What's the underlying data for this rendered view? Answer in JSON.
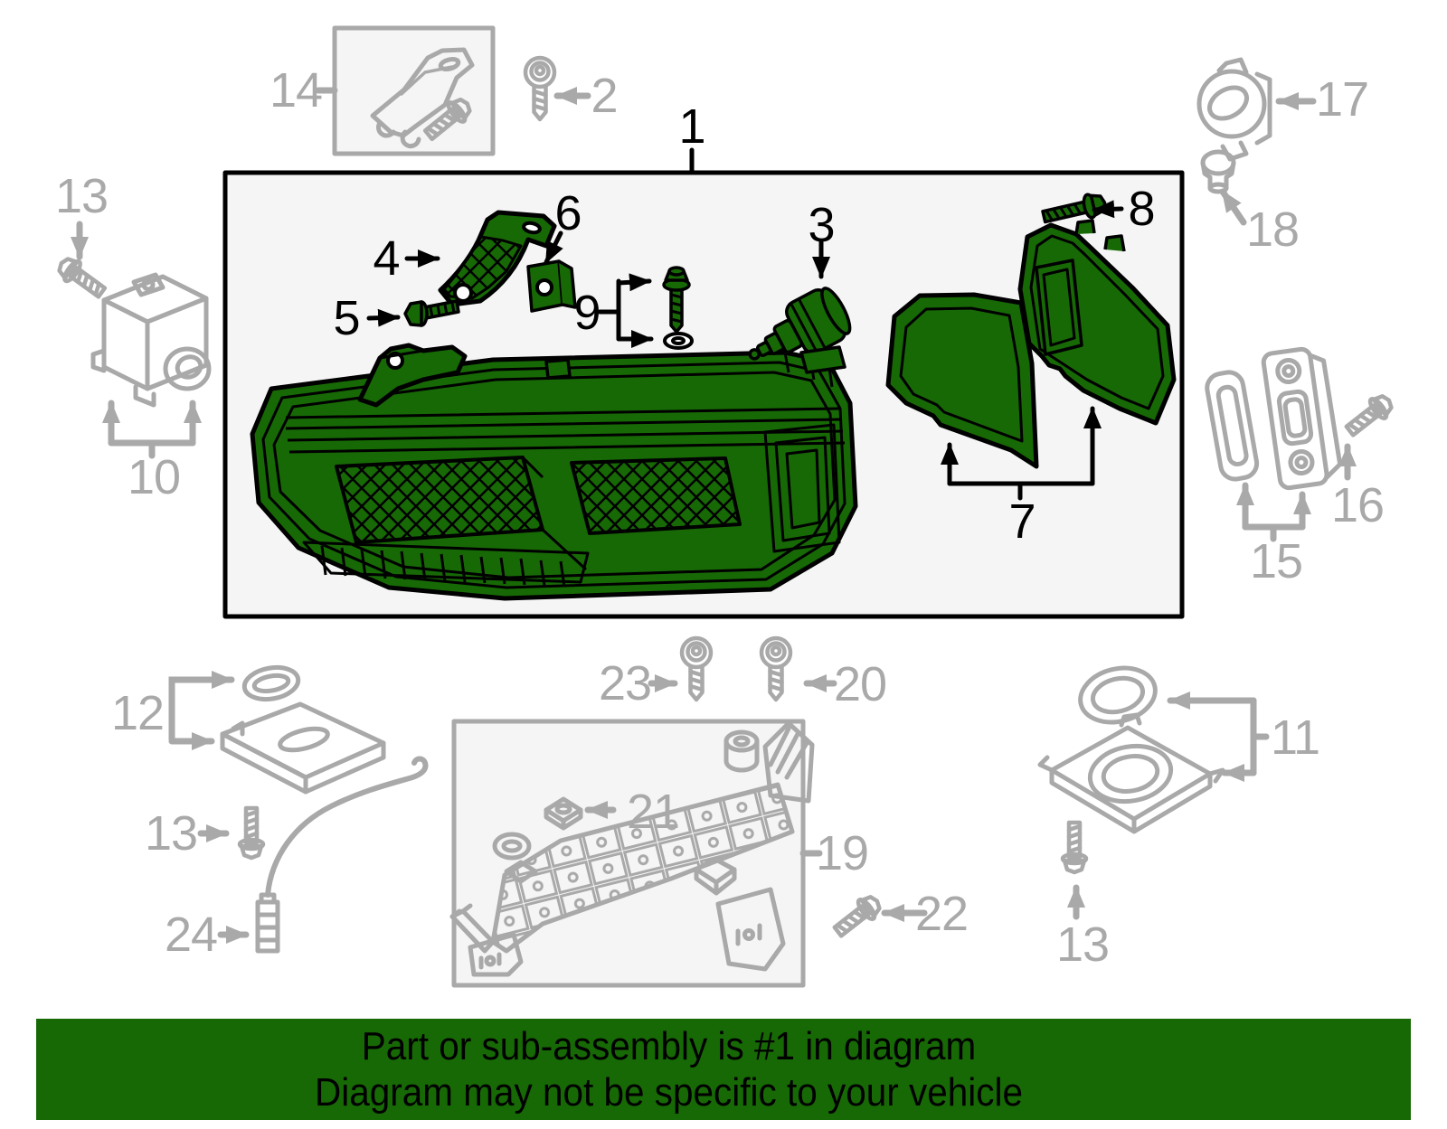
{
  "callouts": [
    {
      "num": "1",
      "highlighted": true
    },
    {
      "num": "2",
      "highlighted": false
    },
    {
      "num": "3",
      "highlighted": true
    },
    {
      "num": "4",
      "highlighted": true
    },
    {
      "num": "5",
      "highlighted": true
    },
    {
      "num": "6",
      "highlighted": true
    },
    {
      "num": "7",
      "highlighted": true
    },
    {
      "num": "8",
      "highlighted": true
    },
    {
      "num": "9",
      "highlighted": true
    },
    {
      "num": "10",
      "highlighted": false
    },
    {
      "num": "11",
      "highlighted": false
    },
    {
      "num": "12",
      "highlighted": false
    },
    {
      "num": "13",
      "highlighted": false
    },
    {
      "num": "13",
      "highlighted": false
    },
    {
      "num": "13",
      "highlighted": false
    },
    {
      "num": "14",
      "highlighted": false
    },
    {
      "num": "15",
      "highlighted": false
    },
    {
      "num": "16",
      "highlighted": false
    },
    {
      "num": "17",
      "highlighted": false
    },
    {
      "num": "18",
      "highlighted": false
    },
    {
      "num": "19",
      "highlighted": false
    },
    {
      "num": "20",
      "highlighted": false
    },
    {
      "num": "21",
      "highlighted": false
    },
    {
      "num": "22",
      "highlighted": false
    },
    {
      "num": "23",
      "highlighted": false
    },
    {
      "num": "24",
      "highlighted": false
    }
  ],
  "banner": {
    "line1": "Part or sub-assembly is #1 in diagram",
    "line2": "Diagram may not be specific to your vehicle"
  },
  "colors": {
    "highlight_green": "#176905",
    "part_gray": "#a9a9a9",
    "callout_black": "#000000",
    "box_fill": "#f5f5f5",
    "banner_bg": "#176905",
    "banner_text": "#000000"
  }
}
